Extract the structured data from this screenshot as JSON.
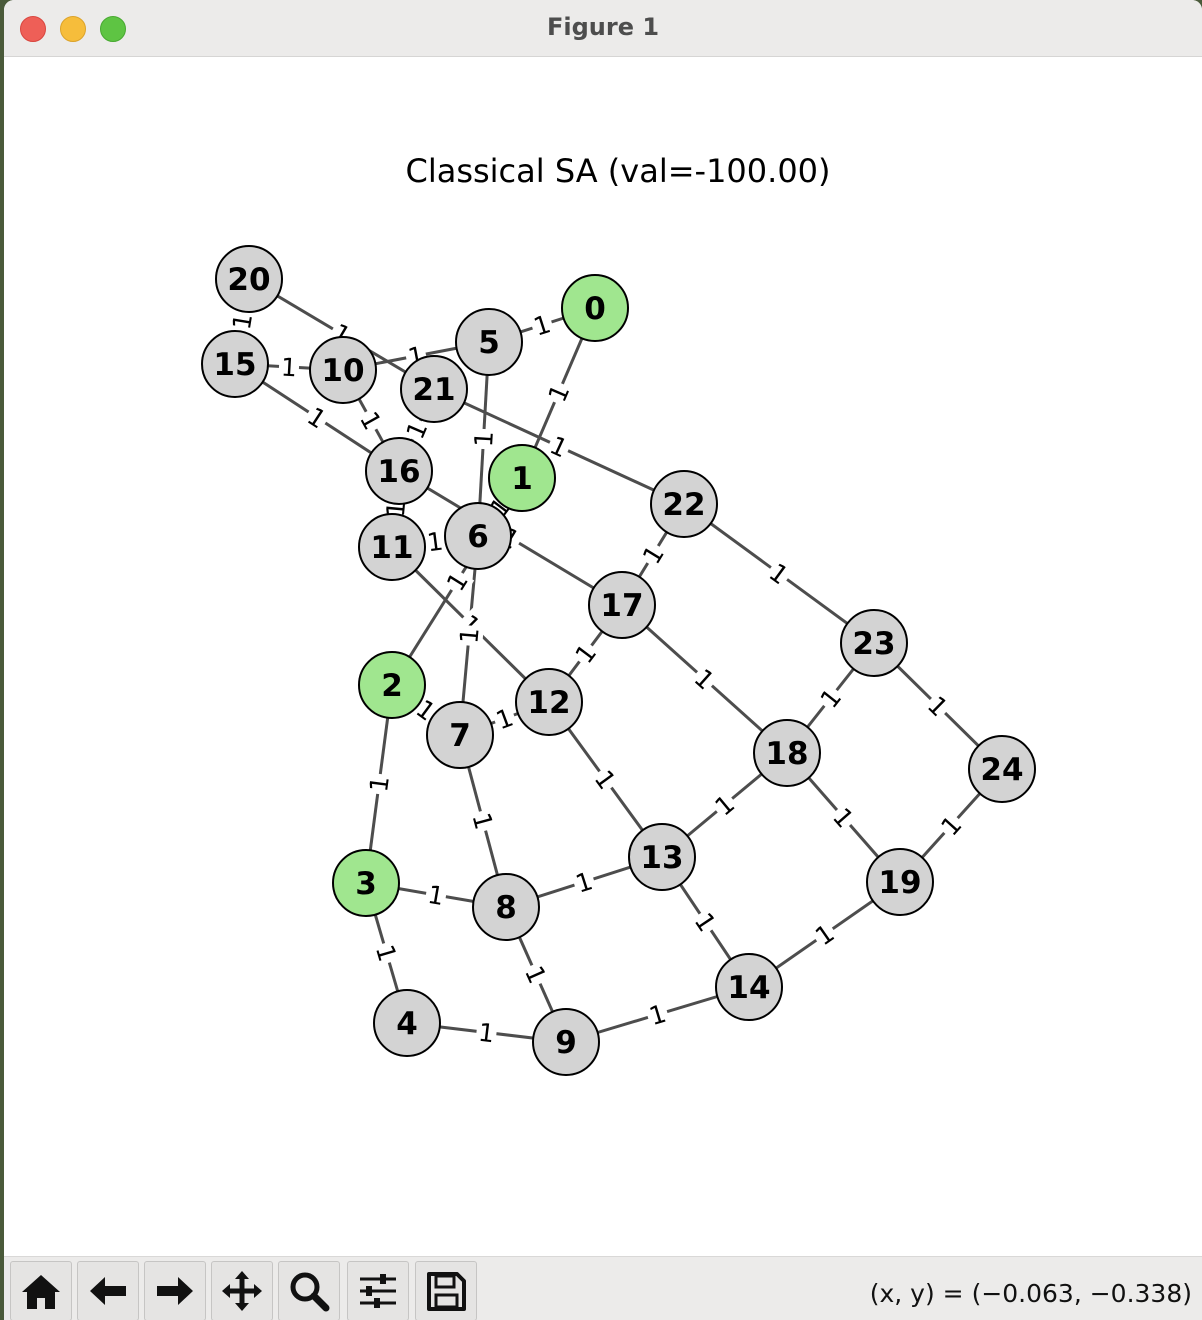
{
  "window": {
    "title": "Figure 1"
  },
  "figure": {
    "title": "Classical SA (val=-100.00)"
  },
  "colors": {
    "selected_node": "#a0e68f",
    "default_node": "#d3d3d3",
    "edge": "#4d4d4d"
  },
  "graph": {
    "nodes": [
      {
        "id": "0",
        "selected": true
      },
      {
        "id": "1",
        "selected": true
      },
      {
        "id": "2",
        "selected": true
      },
      {
        "id": "3",
        "selected": true
      },
      {
        "id": "4",
        "selected": false
      },
      {
        "id": "5",
        "selected": false
      },
      {
        "id": "6",
        "selected": false
      },
      {
        "id": "7",
        "selected": false
      },
      {
        "id": "8",
        "selected": false
      },
      {
        "id": "9",
        "selected": false
      },
      {
        "id": "10",
        "selected": false
      },
      {
        "id": "11",
        "selected": false
      },
      {
        "id": "12",
        "selected": false
      },
      {
        "id": "13",
        "selected": false
      },
      {
        "id": "14",
        "selected": false
      },
      {
        "id": "15",
        "selected": false
      },
      {
        "id": "16",
        "selected": false
      },
      {
        "id": "17",
        "selected": false
      },
      {
        "id": "18",
        "selected": false
      },
      {
        "id": "19",
        "selected": false
      },
      {
        "id": "20",
        "selected": false
      },
      {
        "id": "21",
        "selected": false
      },
      {
        "id": "22",
        "selected": false
      },
      {
        "id": "23",
        "selected": false
      },
      {
        "id": "24",
        "selected": false
      }
    ],
    "edges": [
      {
        "from": "0",
        "to": "5",
        "label": "1"
      },
      {
        "from": "0",
        "to": "1",
        "label": "1"
      },
      {
        "from": "1",
        "to": "6",
        "label": "1"
      },
      {
        "from": "1",
        "to": "2",
        "label": "1"
      },
      {
        "from": "5",
        "to": "10",
        "label": "1"
      },
      {
        "from": "5",
        "to": "6",
        "label": "1"
      },
      {
        "from": "20",
        "to": "15",
        "label": "1"
      },
      {
        "from": "20",
        "to": "21",
        "label": "1"
      },
      {
        "from": "15",
        "to": "10",
        "label": "1"
      },
      {
        "from": "15",
        "to": "16",
        "label": "1"
      },
      {
        "from": "10",
        "to": "16",
        "label": "1"
      },
      {
        "from": "21",
        "to": "16",
        "label": "1"
      },
      {
        "from": "21",
        "to": "22",
        "label": "1"
      },
      {
        "from": "16",
        "to": "11",
        "label": "1"
      },
      {
        "from": "16",
        "to": "17",
        "label": "1"
      },
      {
        "from": "11",
        "to": "6",
        "label": "1"
      },
      {
        "from": "11",
        "to": "12",
        "label": "1"
      },
      {
        "from": "6",
        "to": "7",
        "label": "1"
      },
      {
        "from": "22",
        "to": "17",
        "label": "1"
      },
      {
        "from": "22",
        "to": "23",
        "label": "1"
      },
      {
        "from": "17",
        "to": "12",
        "label": "1"
      },
      {
        "from": "17",
        "to": "18",
        "label": "1"
      },
      {
        "from": "23",
        "to": "18",
        "label": "1"
      },
      {
        "from": "23",
        "to": "24",
        "label": "1"
      },
      {
        "from": "2",
        "to": "7",
        "label": "1"
      },
      {
        "from": "2",
        "to": "3",
        "label": "1"
      },
      {
        "from": "7",
        "to": "12",
        "label": "1"
      },
      {
        "from": "7",
        "to": "8",
        "label": "1"
      },
      {
        "from": "12",
        "to": "13",
        "label": "1"
      },
      {
        "from": "18",
        "to": "13",
        "label": "1"
      },
      {
        "from": "18",
        "to": "19",
        "label": "1"
      },
      {
        "from": "24",
        "to": "19",
        "label": "1"
      },
      {
        "from": "3",
        "to": "8",
        "label": "1"
      },
      {
        "from": "3",
        "to": "4",
        "label": "1"
      },
      {
        "from": "8",
        "to": "13",
        "label": "1"
      },
      {
        "from": "8",
        "to": "9",
        "label": "1"
      },
      {
        "from": "13",
        "to": "14",
        "label": "1"
      },
      {
        "from": "19",
        "to": "14",
        "label": "1"
      },
      {
        "from": "4",
        "to": "9",
        "label": "1"
      },
      {
        "from": "9",
        "to": "14",
        "label": "1"
      }
    ]
  },
  "toolbar": {
    "buttons": [
      {
        "name": "home-button",
        "icon": "home-icon"
      },
      {
        "name": "back-button",
        "icon": "arrow-left-icon"
      },
      {
        "name": "forward-button",
        "icon": "arrow-right-icon"
      },
      {
        "name": "pan-button",
        "icon": "move-icon"
      },
      {
        "name": "zoom-button",
        "icon": "magnifier-icon"
      },
      {
        "name": "configure-subplots-button",
        "icon": "sliders-icon"
      },
      {
        "name": "save-button",
        "icon": "floppy-disk-icon"
      }
    ],
    "coords_readout": "(x, y) = (−0.063, −0.338)"
  }
}
